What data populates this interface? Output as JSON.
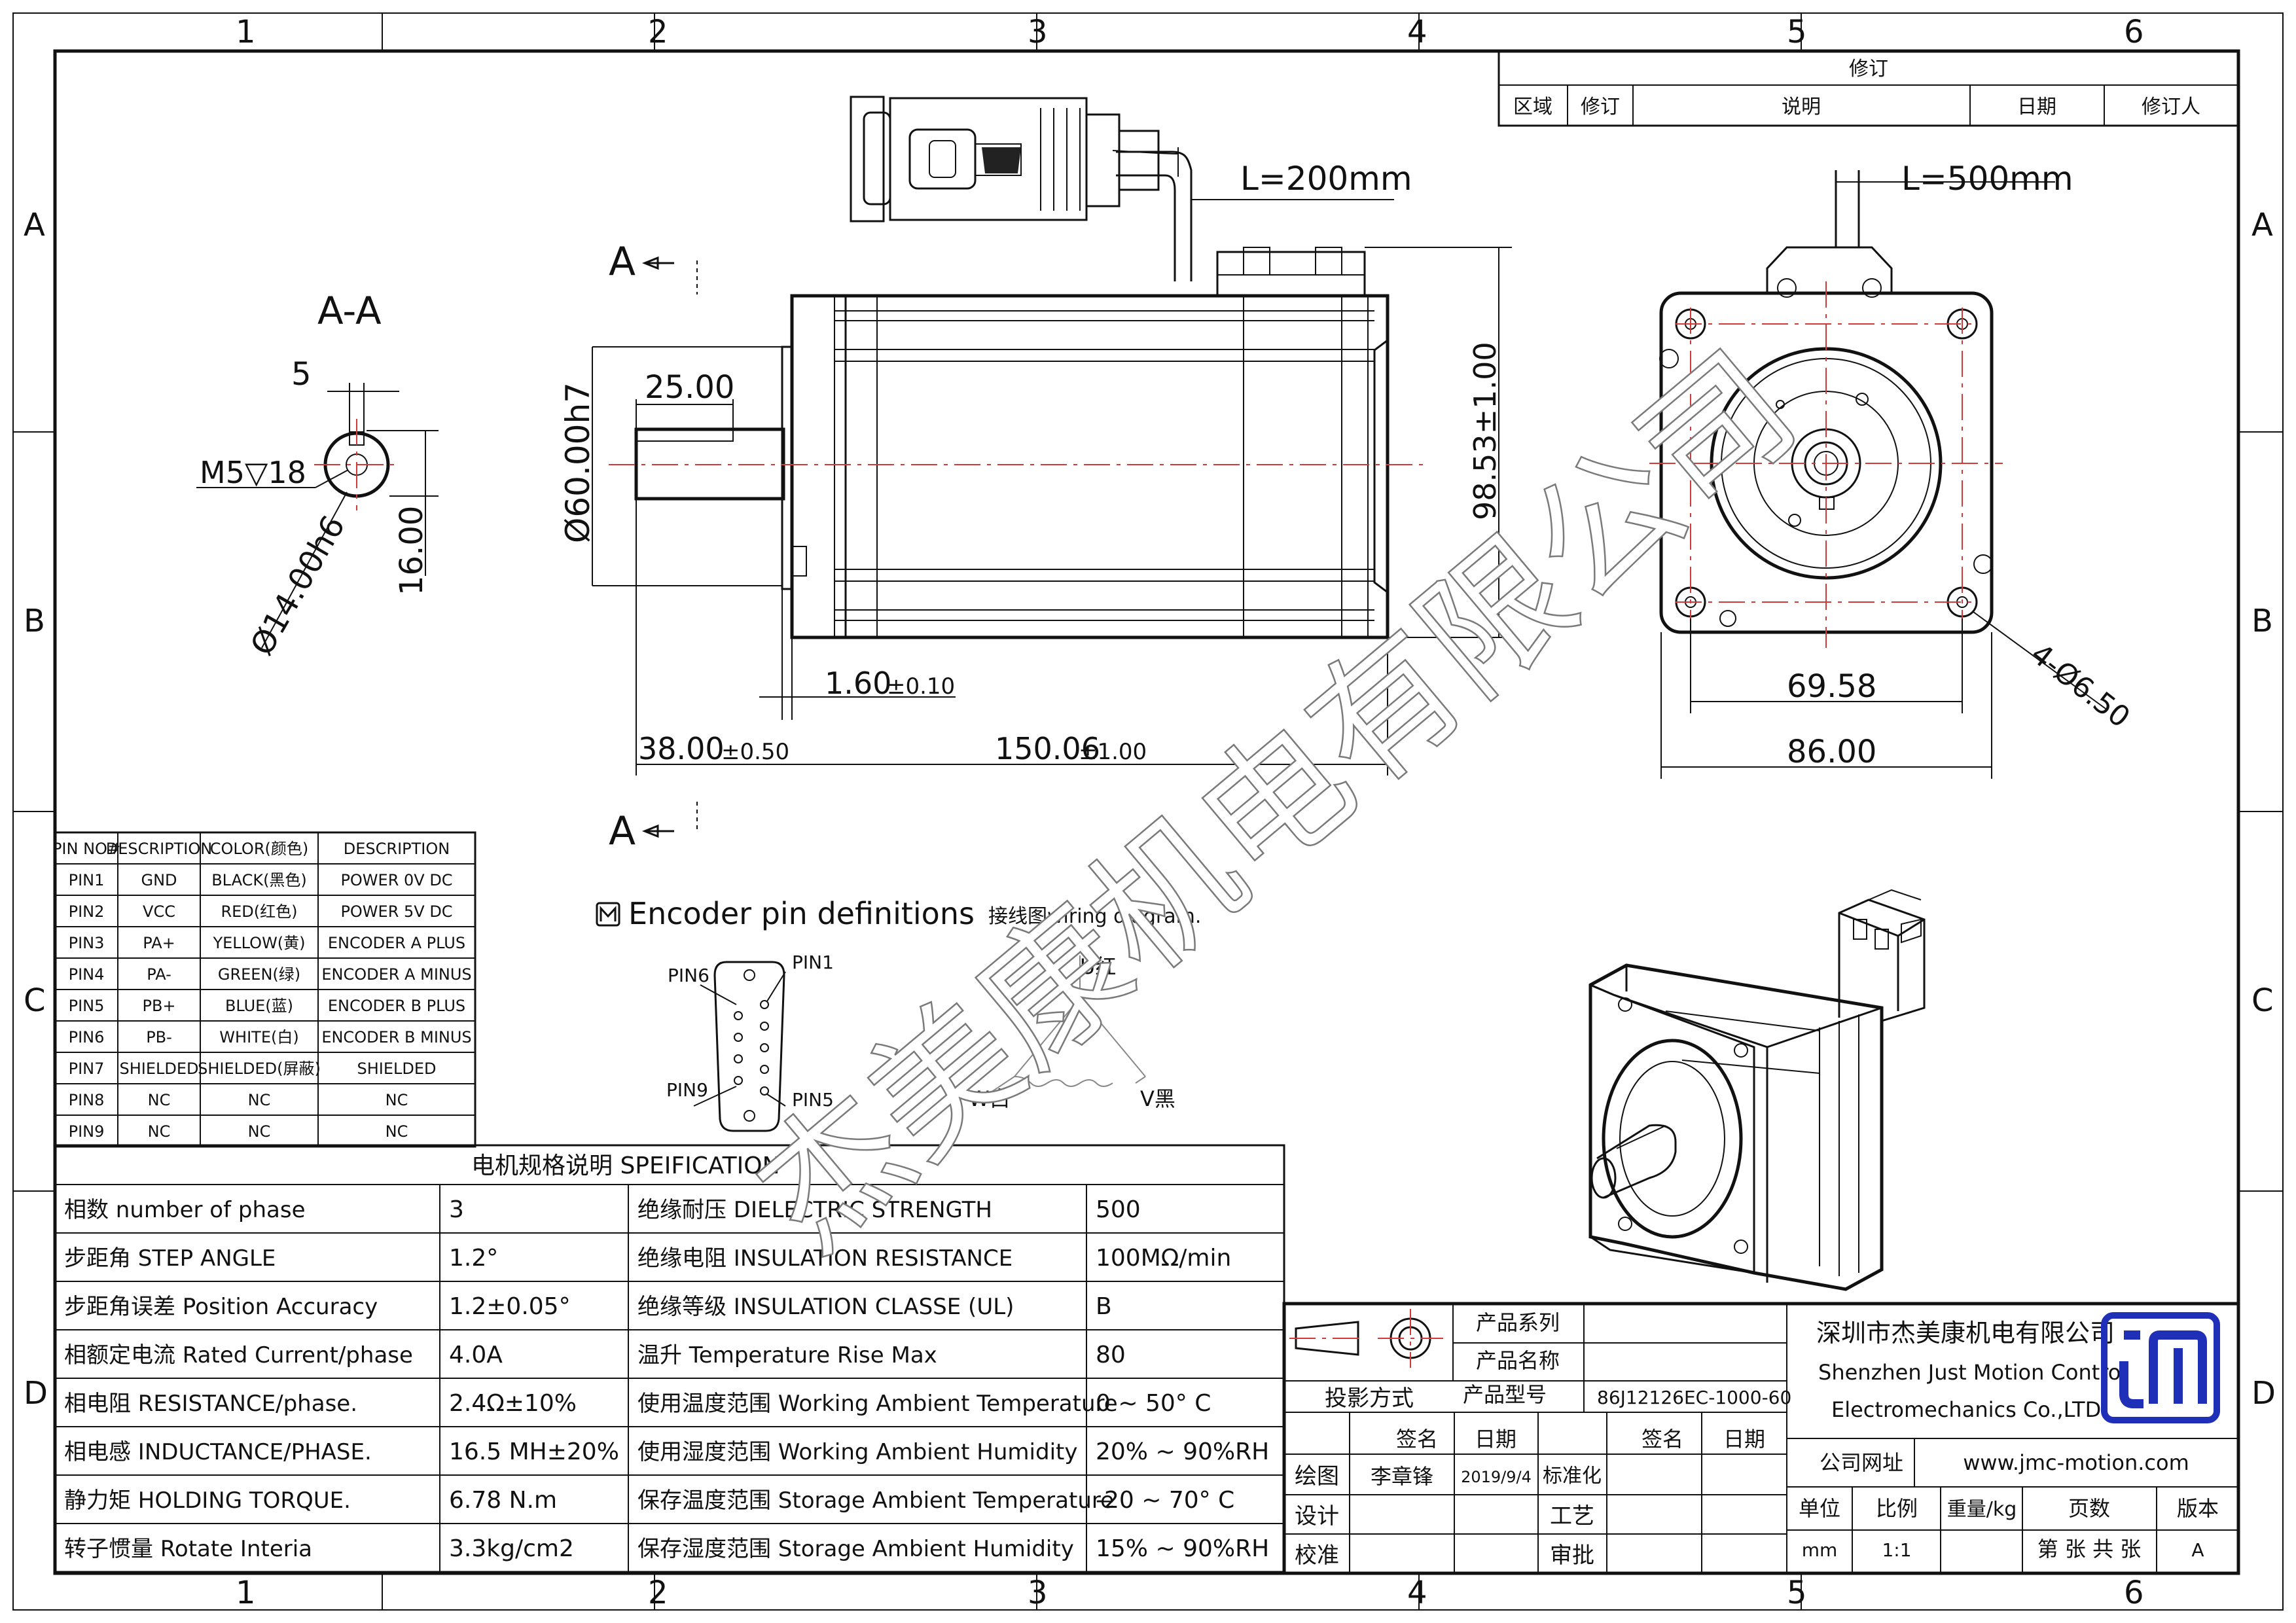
{
  "zones": {
    "columns": [
      "1",
      "2",
      "3",
      "4",
      "5",
      "6"
    ],
    "rows": [
      "A",
      "B",
      "C",
      "D"
    ]
  },
  "revision_block": {
    "title": "修订",
    "headers": [
      "区域",
      "修订",
      "说明",
      "日期",
      "修订人"
    ]
  },
  "front_view": {
    "cable_top": "L=200mm",
    "section_marker": "A",
    "dim_height": "98.53±1.00",
    "dim_pilot": "Ø60.00h7",
    "dim_shaft_len": "25.00",
    "dim_flange": "1.60",
    "dim_flange_tol": "±0.10",
    "dim_shaft_ext": "38.00",
    "dim_shaft_ext_tol": "±0.50",
    "dim_body": "150.06",
    "dim_body_tol": "±1.00"
  },
  "section_view": {
    "title": "A-A",
    "key_width": "5",
    "thread": "M5▽18",
    "shaft_dia": "Ø14.00h6",
    "key_height": "16.00"
  },
  "end_view": {
    "cable": "L=500mm",
    "hole_pitch": "69.58",
    "flange_size": "86.00",
    "holes": "4-Ø6.50"
  },
  "pin_table": {
    "headers": [
      "PIN NO#",
      "DESCRIPTION",
      "COLOR(颜色)",
      "DESCRIPTION"
    ],
    "rows": [
      [
        "PIN1",
        "GND",
        "BLACK(黑色)",
        "POWER 0V DC"
      ],
      [
        "PIN2",
        "VCC",
        "RED(红色)",
        "POWER 5V DC"
      ],
      [
        "PIN3",
        "PA+",
        "YELLOW(黄)",
        "ENCODER A PLUS"
      ],
      [
        "PIN4",
        "PA-",
        "GREEN(绿)",
        "ENCODER A MINUS"
      ],
      [
        "PIN5",
        "PB+",
        "BLUE(蓝)",
        "ENCODER B PLUS"
      ],
      [
        "PIN6",
        "PB-",
        "WHITE(白)",
        "ENCODER B MINUS"
      ],
      [
        "PIN7",
        "SHIELDED",
        "SHIELDED(屏蔽)",
        "SHIELDED"
      ],
      [
        "PIN8",
        "NC",
        "NC",
        "NC"
      ],
      [
        "PIN9",
        "NC",
        "NC",
        "NC"
      ]
    ]
  },
  "encoder": {
    "title": "Encoder pin definitions",
    "wiring_title": "接线图wiring diagram.",
    "pin6": "PIN6",
    "pin1": "PIN1",
    "pin9": "PIN9",
    "pin5": "PIN5",
    "u": "U红",
    "w": "W白",
    "v": "V黑"
  },
  "spec_table": {
    "title": "电机规格说明 SPEIFICATION",
    "rows": [
      [
        "相数 number of phase",
        "3",
        "绝缘耐压 DIELECTRIC STRENGTH",
        "500"
      ],
      [
        "步距角 STEP ANGLE",
        "1.2°",
        "绝缘电阻 INSULATION RESISTANCE",
        "100MΩ/min"
      ],
      [
        "步距角误差 Position Accuracy",
        "1.2±0.05°",
        "绝缘等级 INSULATION CLASSE (UL)",
        "B"
      ],
      [
        "相额定电流 Rated Current/phase",
        "4.0A",
        "温升 Temperature Rise Max",
        "80"
      ],
      [
        "相电阻 RESISTANCE/phase.",
        "2.4Ω±10%",
        "使用温度范围 Working Ambient Temperature",
        "0 ~ 50° C"
      ],
      [
        "相电感 INDUCTANCE/PHASE.",
        "16.5 MH±20%",
        "使用湿度范围 Working Ambient Humidity",
        "20% ~ 90%RH"
      ],
      [
        "静力矩 HOLDING TORQUE.",
        "6.78 N.m",
        "保存温度范围 Storage Ambient Temperature",
        "-20 ~ 70° C"
      ],
      [
        "转子惯量 Rotate Interia",
        "3.3kg/cm2",
        "保存湿度范围 Storage Ambient Humidity",
        "15% ~ 90%RH"
      ]
    ]
  },
  "title_block": {
    "projection": "投影方式",
    "series_label": "产品系列",
    "name_label": "产品名称",
    "model_label": "产品型号",
    "model_value": "86J12126EC-1000-60",
    "sign": "签名",
    "date": "日期",
    "sign2": "签名",
    "date2": "日期",
    "draw": "绘图",
    "drawer": "李章锋",
    "draw_date": "2019/9/4",
    "standard": "标准化",
    "design": "设计",
    "process": "工艺",
    "check": "校准",
    "approve": "审批",
    "company_cn": "深圳市杰美康机电有限公司",
    "company_en1": "Shenzhen Just Motion Control",
    "company_en2": "Electromechanics Co.,LTD",
    "website_label": "公司网址",
    "website": "www.jmc-motion.com",
    "unit_label": "单位",
    "scale_label": "比例",
    "weight_label": "重量/kg",
    "pages_label": "页数",
    "version_label": "版本",
    "unit": "mm",
    "scale": "1:1",
    "pages": "第 张 共 张",
    "version": "A"
  },
  "watermark": "杰美康机电有限公司"
}
